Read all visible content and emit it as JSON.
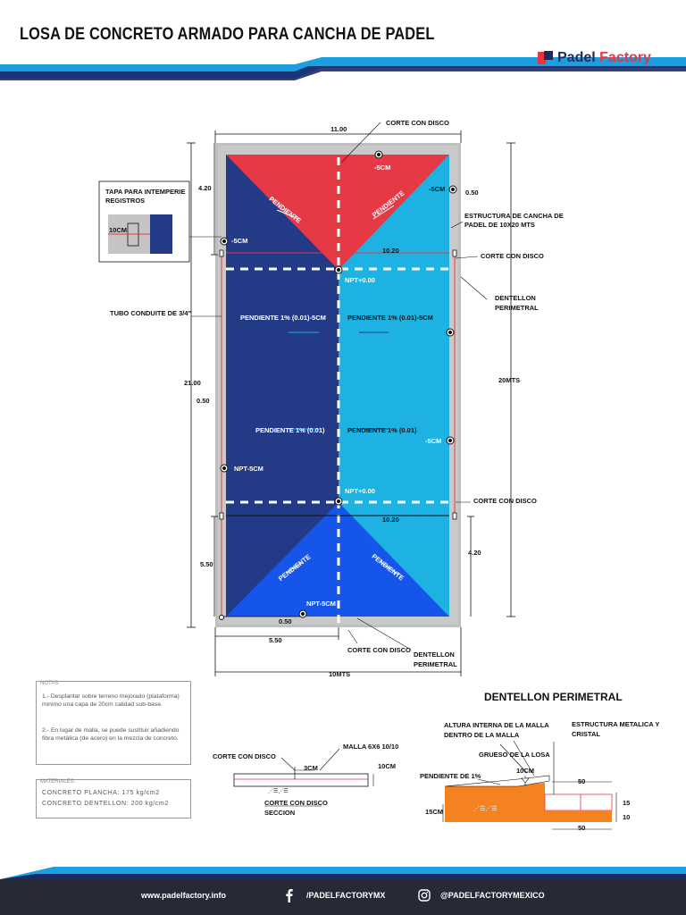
{
  "header": {
    "title": "LOSA DE CONCRETO ARMADO PARA CANCHA DE PADEL",
    "brand_left": "Padel",
    "brand_right": "Factory"
  },
  "plan": {
    "dim_top": "11.00",
    "dim_left_top": "4.20",
    "dim_right_top": "0.50",
    "dim_left_total": "21.00",
    "dim_left_mid": "0.50",
    "dim_left_bottom": "5.50",
    "dim_right_total": "20MTS",
    "dim_right_bottom": "4.20",
    "dim_inner_top": "10.20",
    "dim_inner_bottom": "10.20",
    "dim_bottom_half": "5.50",
    "dim_bottom_total": "10MTS",
    "dim_bottom_offset": "0.50",
    "labels": {
      "corte_top": "CORTE CON DISCO",
      "tapa": "TAPA PARA INTEMPERIE REGISTROS",
      "tapa_dim": "10CM",
      "estructura": "ESTRUCTURA DE CANCHA DE PADEL DE 10X20 MTS",
      "corte_mid_top": "CORTE CON DISCO",
      "dentellon_right": "DENTELLON PERIMETRAL",
      "tubo": "TUBO CONDUITE DE 3/4\"",
      "corte_mid_bottom": "CORTE CON DISCO",
      "corte_bottom": "CORTE CON DISCO",
      "dentellon_bottom": "DENTELLON PERIMETRAL"
    },
    "marks": {
      "top_center": "-5CM",
      "top_right": "-5CM",
      "left_upper": "-5CM",
      "npt_top": "NPT+0.00",
      "npt_mid": "NPT+0.00",
      "right_mid": "-5CM",
      "left_lower": "NPT-5CM",
      "bottom_center": "NPT-5CM"
    },
    "slopes": {
      "tl": "PENDIENTE",
      "tr": "PENDIENTE",
      "bl": "PENDIENTE",
      "br": "PENDIENTE",
      "mid_l1": "PENDIENTE 1% (0.01)-5CM",
      "mid_r1": "PENDIENTE 1% (0.01)-5CM",
      "mid_l2": "PENDIENTE 1% (0.01)",
      "mid_r2": "PENDIENTE 1% (0.01)"
    }
  },
  "notes": {
    "header": "NOTAS:",
    "items": [
      "1.- Desplantar sobre terreno mejorado (plataforma) minimo una capa de 20cm calidad sub-base.",
      "2.- En lugar de malla, se puede sustituir añadiendo fibra metálica (de acero) en la mezcla de concreto."
    ]
  },
  "materials": {
    "header": "MATERIALES:",
    "items": [
      "CONCRETO PLANCHA: 175 kg/cm2",
      "CONCRETO DENTELLON: 200 kg/cm2"
    ]
  },
  "section": {
    "corte": "CORTE CON DISCO",
    "malla": "MALLA 6X6 10/10",
    "dim_3cm": "3CM",
    "dim_10cm": "10CM",
    "caption_1": "CORTE CON DISCO",
    "caption_2": "SECCION"
  },
  "dentellon": {
    "title": "DENTELLON PERIMETRAL",
    "altura": "ALTURA INTERNA DE LA MALLA DENTRO DE LA MALLA",
    "estructura": "ESTRUCTURA METALICA Y CRISTAL",
    "grueso": "GRUESO DE LA LOSA",
    "dim_10cm": "10CM",
    "pendiente": "PENDIENTE DE 1%",
    "dim_50_top": "50",
    "dim_15": "15",
    "dim_15cm": "15CM",
    "dim_10": "10",
    "dim_50_bottom": "50"
  },
  "footer": {
    "web": "www.padelfactory.info",
    "facebook": "/PADELFACTORYMX",
    "instagram": "@PADELFACTORYMEXICO"
  },
  "colors": {
    "navy": "#233a86",
    "red": "#e63946",
    "cyan": "#1eb2e2",
    "blue": "#1655ea",
    "orange": "#f58220",
    "footer": "#262a36"
  }
}
